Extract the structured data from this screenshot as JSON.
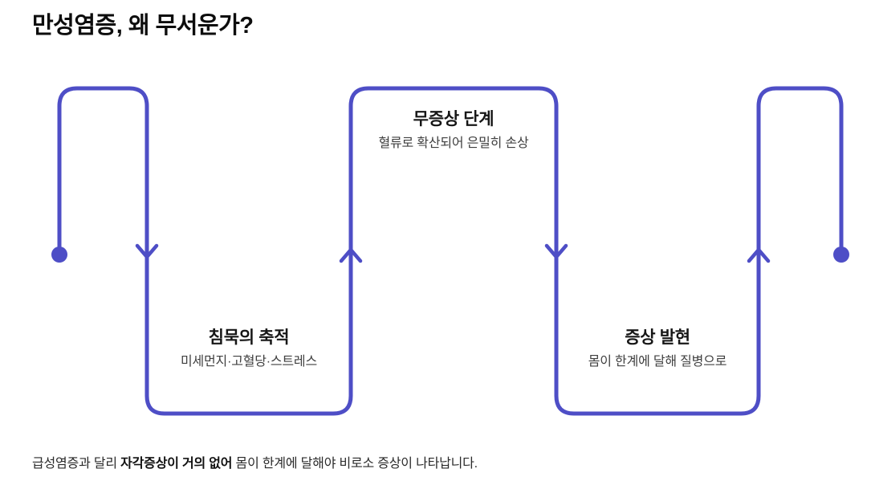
{
  "title": "만성염증, 왜 무서운가?",
  "colors": {
    "path": "#4e4ec6"
  },
  "stages": [
    {
      "title": "침묵의 축적",
      "subtitle": "미세먼지·고혈당·스트레스"
    },
    {
      "title": "무증상 단계",
      "subtitle": "혈류로 확산되어 은밀히 손상"
    },
    {
      "title": "증상 발현",
      "subtitle": "몸이 한계에 달해 질병으로"
    }
  ],
  "footer": {
    "prefix": "급성염증과 달리 ",
    "bold": "자각증상이 거의 없어",
    "suffix": " 몸이 한계에 달해야 비로소 증상이 나타납니다."
  }
}
